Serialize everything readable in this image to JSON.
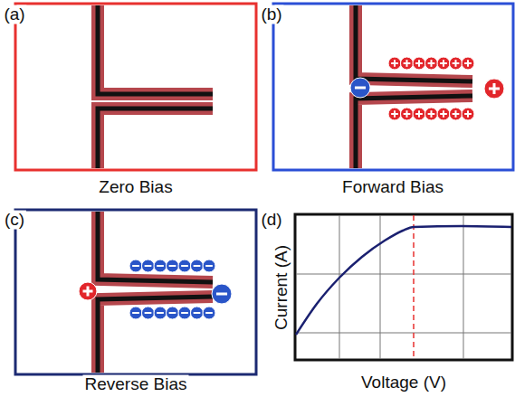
{
  "diagram": {
    "labels": [
      "(a)",
      "Zero Bias",
      "(b)",
      "Forward Bias",
      "(c)",
      "Reverse Bias",
      "(d)",
      "Current (A)",
      "Voltage (V)"
    ]
  }
}
